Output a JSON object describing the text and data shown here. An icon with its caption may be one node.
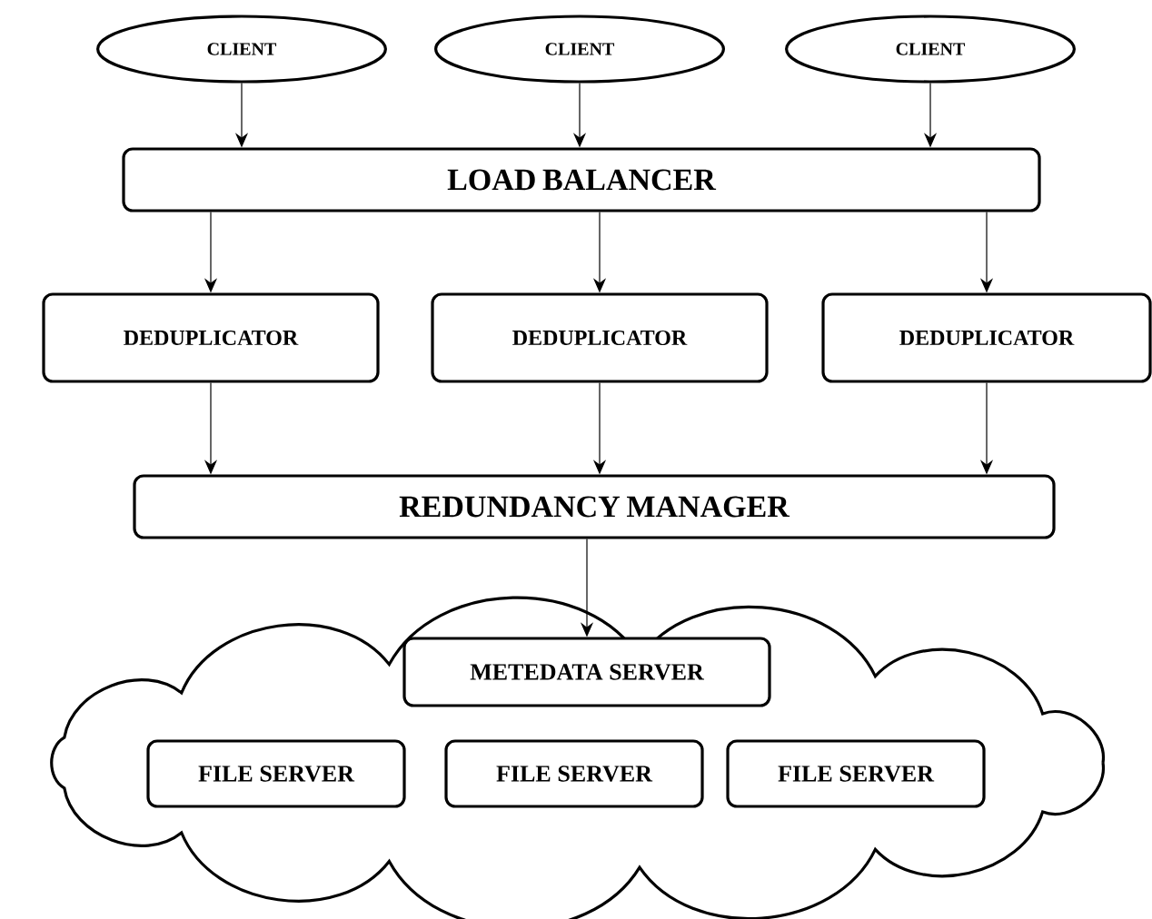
{
  "diagram": {
    "nodes": [
      {
        "text": [
          "CLIENT"
        ]
      },
      {
        "text": [
          "CLIENT"
        ]
      },
      {
        "text": [
          "CLIENT"
        ]
      },
      {
        "text": [
          "LOAD BALANCER"
        ]
      },
      {
        "text": [
          "DEDUPLICATOR"
        ]
      },
      {
        "text": [
          "DEDUPLICATOR"
        ]
      },
      {
        "text": [
          "DEDUPLICATOR"
        ]
      },
      {
        "text": [
          "REDUNDANCY MANAGER"
        ]
      },
      {
        "text": [],
        "shape": "cloud"
      },
      {
        "text": [
          "METEDATA SERVER"
        ],
        "in": 8
      },
      {
        "text": [
          "FILE SERVER"
        ],
        "in": 8
      },
      {
        "text": [
          "FILE SERVER"
        ],
        "in": 8
      },
      {
        "text": [
          "FILE SERVER"
        ],
        "in": 8
      }
    ],
    "edges": [
      {
        "from": 0,
        "to": 3,
        "arrow": "to"
      },
      {
        "from": 1,
        "to": 3,
        "arrow": "to"
      },
      {
        "from": 2,
        "to": 3,
        "arrow": "to"
      },
      {
        "from": 3,
        "to": 4,
        "arrow": "to"
      },
      {
        "from": 3,
        "to": 5,
        "arrow": "to"
      },
      {
        "from": 3,
        "to": 6,
        "arrow": "to"
      },
      {
        "from": 4,
        "to": 7,
        "arrow": "to"
      },
      {
        "from": 5,
        "to": 7,
        "arrow": "to"
      },
      {
        "from": 6,
        "to": 7,
        "arrow": "to"
      },
      {
        "from": 7,
        "to": 9,
        "arrow": "to"
      }
    ]
  }
}
